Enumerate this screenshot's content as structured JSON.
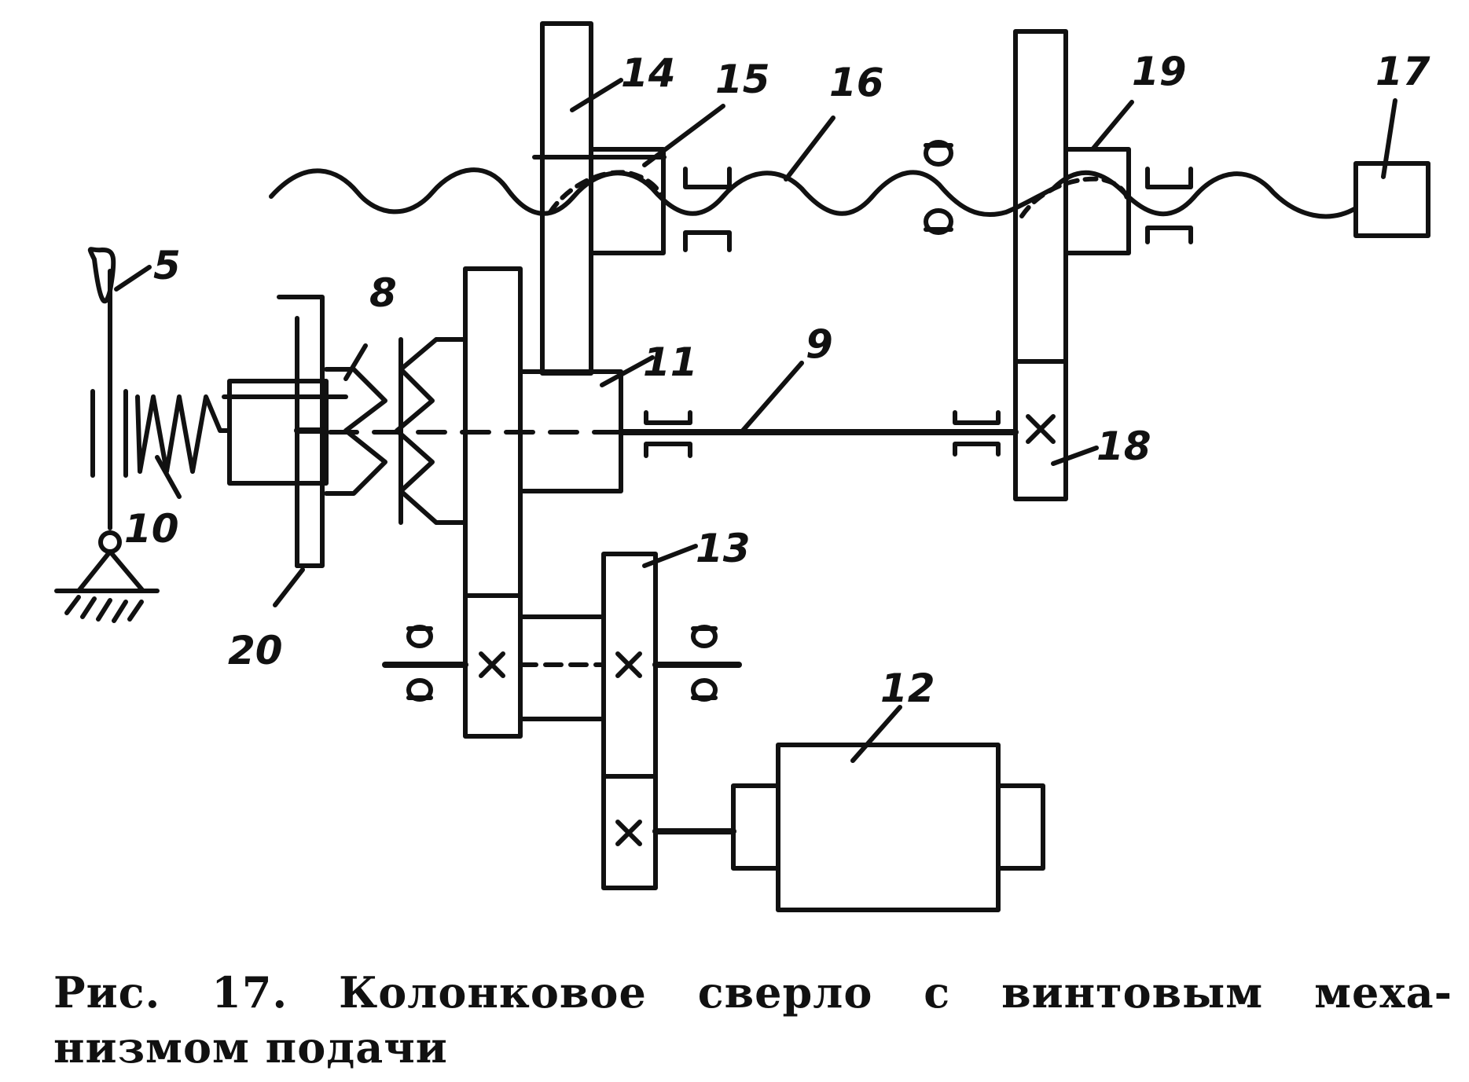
{
  "caption": {
    "line1_words": [
      "Рис.",
      "17.",
      "Колонковое",
      "сверло",
      "с",
      "винтовым",
      "меха-"
    ],
    "line2": "низмом подачи"
  },
  "labels": {
    "l5": "5",
    "l8": "8",
    "l9": "9",
    "l10": "10",
    "l11": "11",
    "l12": "12",
    "l13": "13",
    "l14": "14",
    "l15": "15",
    "l16": "16",
    "l17": "17",
    "l18": "18",
    "l19": "19",
    "l20": "20"
  },
  "colors": {
    "ink": "#111111",
    "paper": "#ffffff"
  }
}
